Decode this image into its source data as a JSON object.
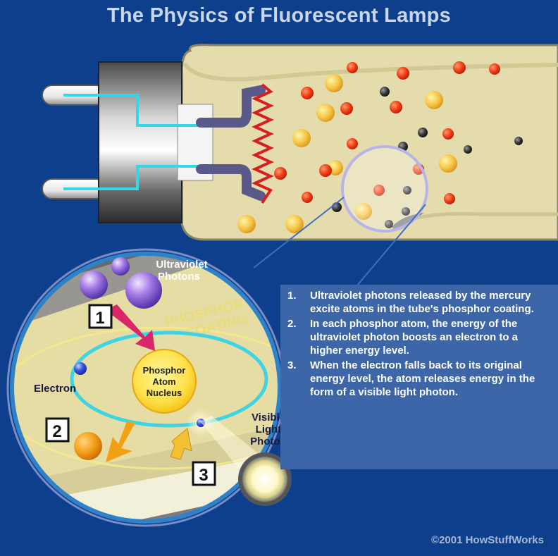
{
  "title": "The Physics of Fluorescent Lamps",
  "labels": {
    "uv_line1": "Ultraviolet",
    "uv_line2": "Photons",
    "phosphor_line1": "PHOSPHOR",
    "phosphor_line2": "COATING",
    "nucleus_line1": "Phosphor",
    "nucleus_line2": "Atom",
    "nucleus_line3": "Nucleus",
    "electron": "Electron",
    "visible_line1": "Visible",
    "visible_line2": "Light",
    "visible_line3": "Photon",
    "badge1": "1",
    "badge2": "2",
    "badge3": "3"
  },
  "steps": [
    {
      "num": "1.",
      "text": "Ultraviolet photons released by the mercury excite atoms in the tube's phosphor coating."
    },
    {
      "num": "2.",
      "text": "In each phosphor atom, the energy of the ultraviolet photon boosts an electron to a higher energy level."
    },
    {
      "num": "3.",
      "text": "When the electron falls back to its original energy level, the atom releases energy in the form of a visible light photon."
    }
  ],
  "copyright": "©2001 HowStuffWorks",
  "colors": {
    "background": "#0d3f8c",
    "panel": "#3c66a8",
    "tube": "#e4dcac",
    "wire": "#35d6e6",
    "filament": "#d81e1e",
    "orbit": "#3fd3e3"
  }
}
